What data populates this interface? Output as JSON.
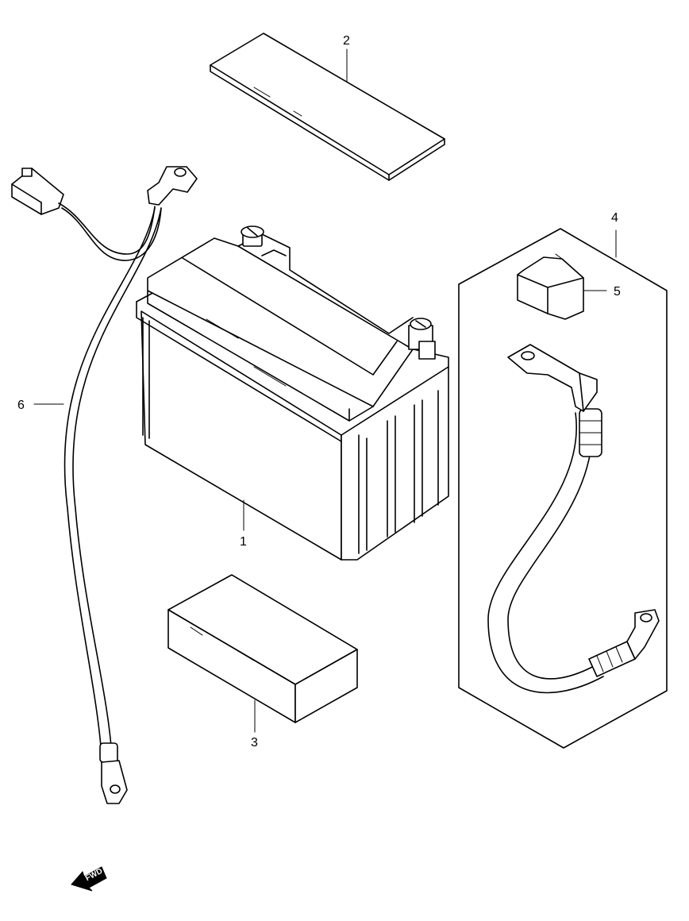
{
  "callouts": {
    "battery": "1",
    "cover_plate": "2",
    "pad": "3",
    "cable_set": "4",
    "terminal_cap": "5",
    "harness": "6"
  },
  "fwd_label": "FWD"
}
